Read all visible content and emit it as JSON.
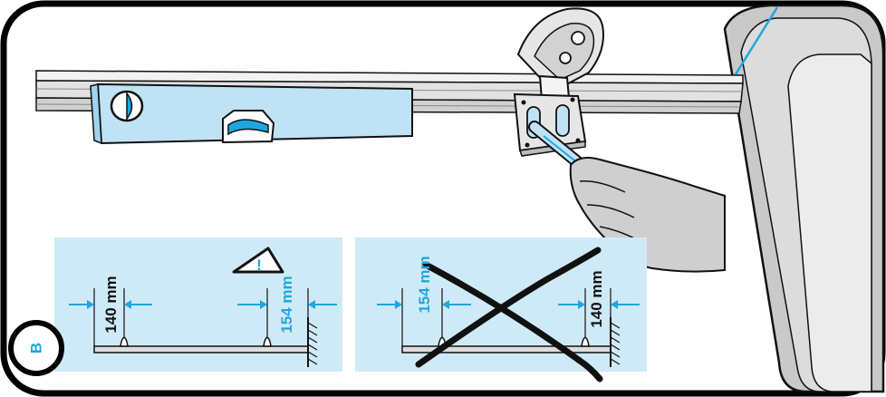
{
  "step_badge": "B",
  "correct_panel": {
    "dim_left": "140 mm",
    "dim_right": "154 mm",
    "warning_glyph": "!"
  },
  "wrong_panel": {
    "dim_left": "154 mm",
    "dim_right": "140 mm"
  },
  "icons": [
    "warning-triangle-icon",
    "cross-out-icon",
    "hand-screwdriver-icon"
  ],
  "colors": {
    "accent_blue": "#1ea6e0",
    "panel_blue": "#cfeaf7",
    "part_blue": "#bfe3f5",
    "outline": "#111111"
  }
}
